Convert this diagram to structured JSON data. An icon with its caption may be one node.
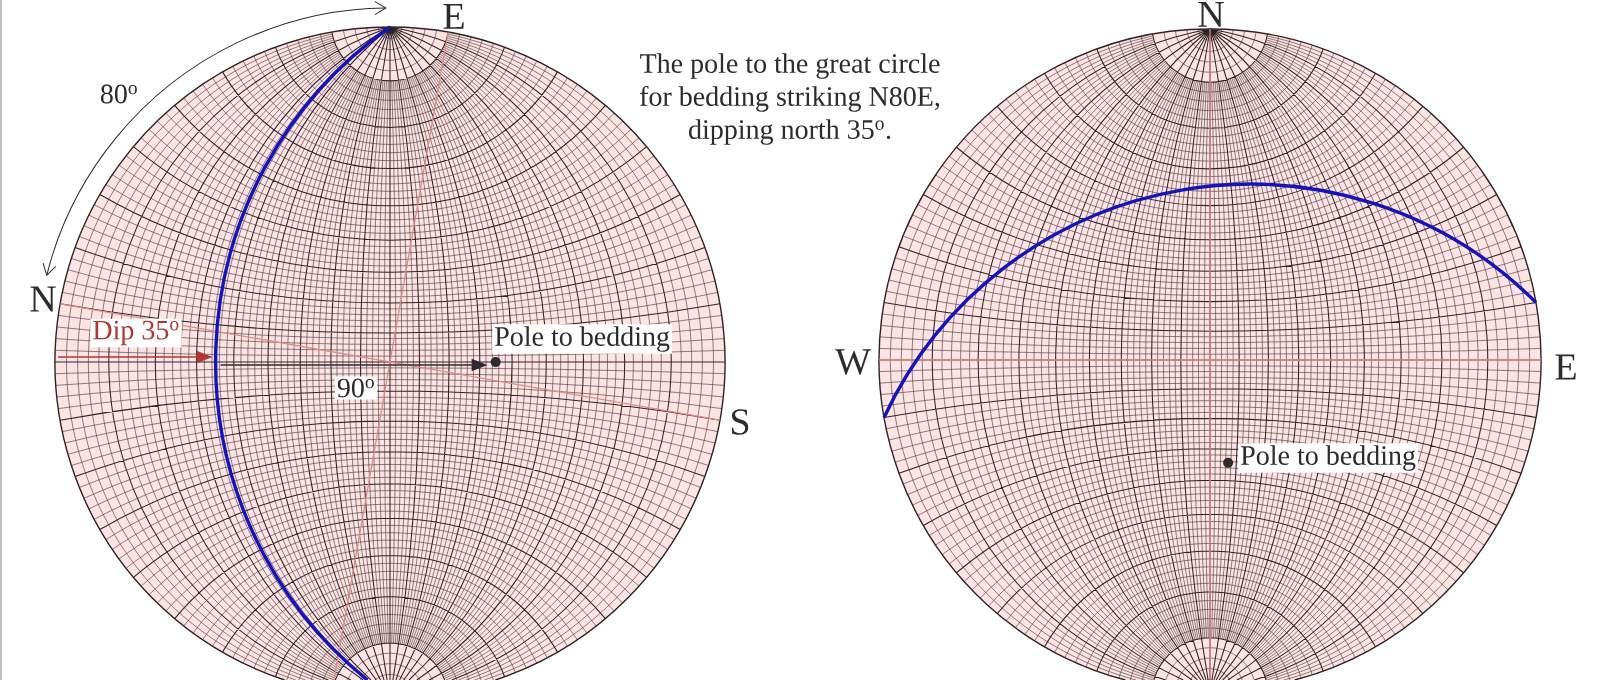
{
  "diagram": {
    "title": "The pole to the great circle for bedding striking N80E, dipping north 35$^{o}$.",
    "labels": [
      "E",
      "80$^{o}$",
      "N",
      "Dip 35$^{o}$",
      "Pole to bedding",
      "90$^{o}$",
      "S",
      "N",
      "W",
      "E",
      "Pole to bedding"
    ]
  }
}
